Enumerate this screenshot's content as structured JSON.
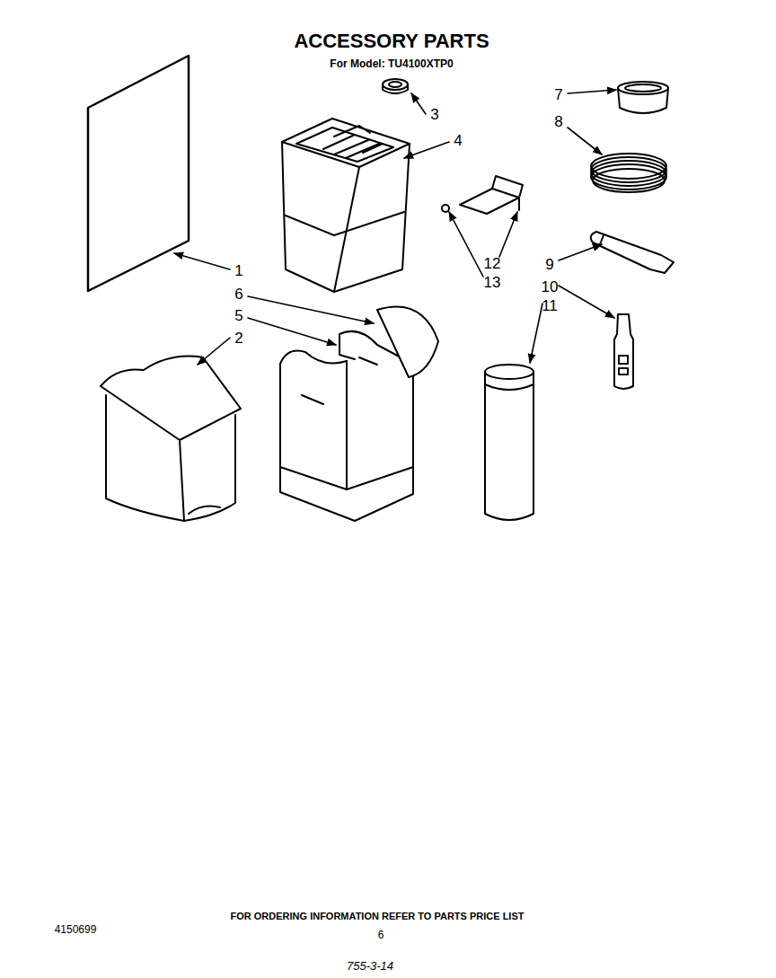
{
  "diagram": {
    "title": "ACCESSORY PARTS",
    "labels": [
      "For Model: TU4100XTP0",
      "3",
      "7",
      "4",
      "8",
      "1",
      "12",
      "13",
      "9",
      "6",
      "10",
      "5",
      "11",
      "2",
      "FOR ORDERING INFORMATION REFER TO PARTS PRICE LIST",
      "4150699",
      "6",
      "755-3-14"
    ]
  }
}
